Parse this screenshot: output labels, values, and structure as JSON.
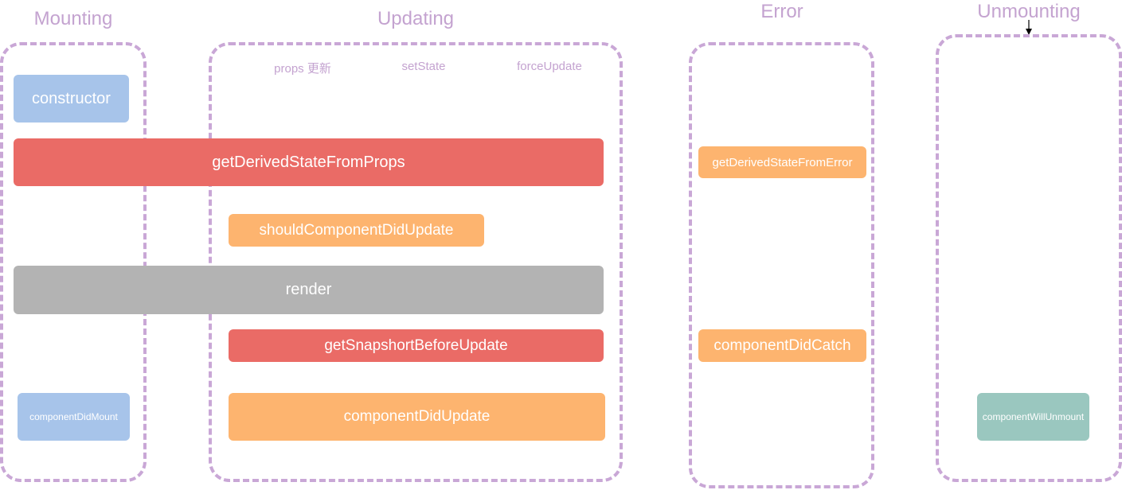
{
  "phases": {
    "mounting": "Mounting",
    "updating": "Updating",
    "error": "Error",
    "unmounting": "Unmounting"
  },
  "triggers": {
    "props": "props 更新",
    "set_state": "setState",
    "force_update": "forceUpdate"
  },
  "methods": {
    "constructor": "constructor",
    "get_derived_state_from_props": "getDerivedStateFromProps",
    "should_component_update": "shouldComponentDidUpdate",
    "render": "render",
    "get_snapshot_before_update": "getSnapshortBeforeUpdate",
    "component_did_update": "componentDidUpdate",
    "component_did_mount": "componentDidMount",
    "get_derived_state_from_error": "getDerivedStateFromError",
    "component_did_catch": "componentDidCatch",
    "component_will_unmount": "componentWillUnmount"
  },
  "colors": {
    "frame": "#c9a7d6",
    "title": "#c4a3d0",
    "blue": "#a7c4ea",
    "red": "#ea6b66",
    "orange": "#fdb46f",
    "gray": "#b3b3b3",
    "teal": "#9ac7bf"
  }
}
